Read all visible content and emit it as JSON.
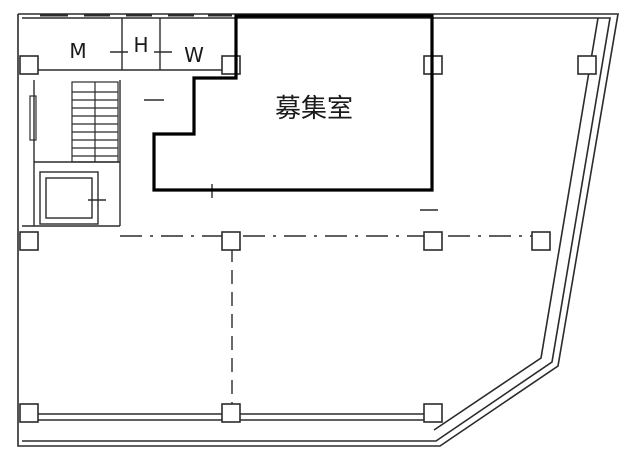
{
  "labels": {
    "men_restroom": "M",
    "hot_water_room": "H",
    "women_restroom": "W",
    "recruiting_room": "募集室"
  },
  "colors": {
    "line": "#2b2b2b",
    "highlight": "#000000",
    "background": "#ffffff"
  }
}
